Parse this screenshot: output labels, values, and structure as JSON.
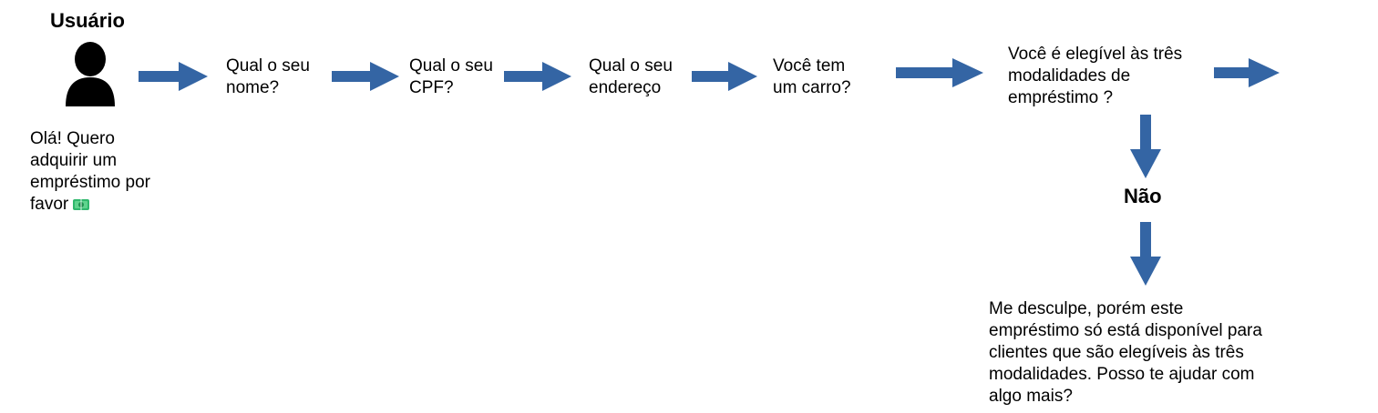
{
  "title": "Usuário",
  "icons": {
    "user": "person-silhouette-icon",
    "money": "money-bill-icon"
  },
  "colors": {
    "arrow": "#3465a4",
    "money": "#2fb76c"
  },
  "user_message": [
    "Olá! Quero",
    "adquirir um",
    "empréstimo por",
    "favor"
  ],
  "steps": [
    {
      "lines": [
        "Qual o seu",
        "nome?"
      ]
    },
    {
      "lines": [
        "Qual o seu",
        "CPF?"
      ]
    },
    {
      "lines": [
        "Qual o seu",
        "endereço"
      ]
    },
    {
      "lines": [
        "Você tem",
        "um carro?"
      ]
    },
    {
      "lines": [
        "Você é elegível às três",
        "modalidades de",
        "empréstimo ?"
      ]
    }
  ],
  "branch_label": "Não",
  "rejection_message": [
    "Me desculpe, porém este",
    "empréstimo só está disponível para",
    "clientes que são elegíveis às três",
    "modalidades. Posso te ajudar com",
    "algo mais?"
  ]
}
